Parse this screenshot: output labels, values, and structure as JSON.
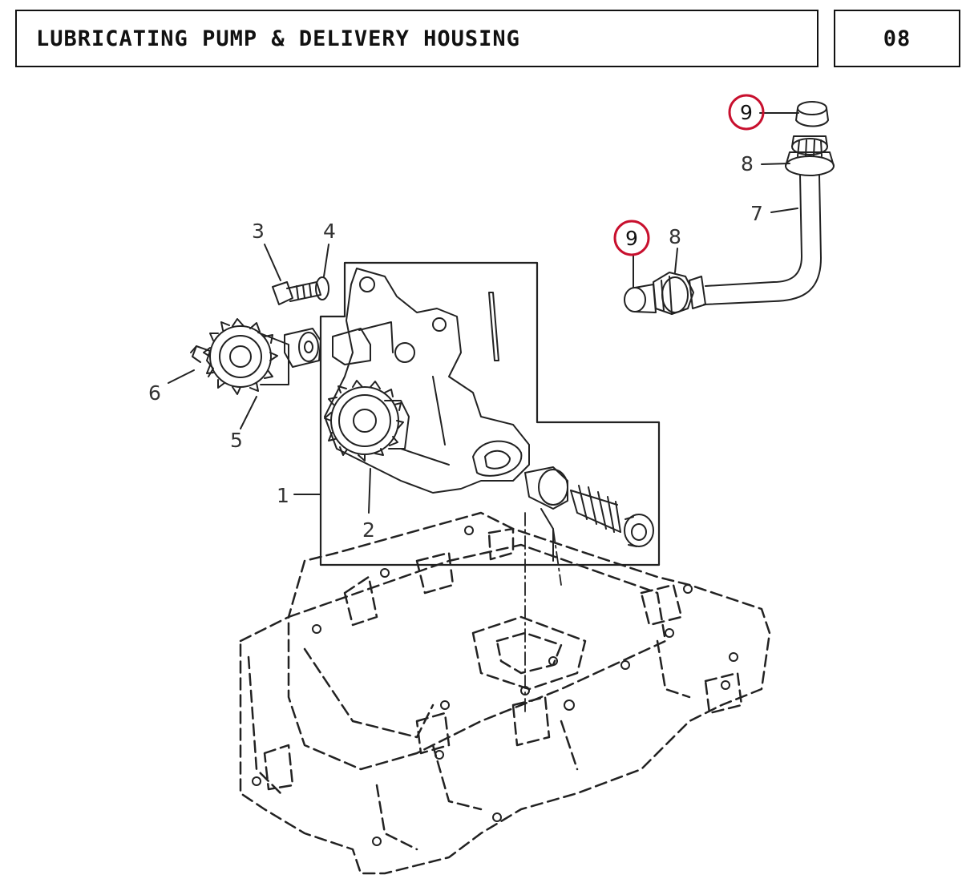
{
  "header": {
    "title": "LUBRICATING PUMP & DELIVERY HOUSING",
    "page_number": "08"
  },
  "callouts": [
    {
      "id": "c1",
      "label": "1"
    },
    {
      "id": "c2",
      "label": "2"
    },
    {
      "id": "c3",
      "label": "3"
    },
    {
      "id": "c4",
      "label": "4"
    },
    {
      "id": "c5",
      "label": "5"
    },
    {
      "id": "c6",
      "label": "6"
    },
    {
      "id": "c7",
      "label": "7"
    },
    {
      "id": "c8a",
      "label": "8"
    },
    {
      "id": "c8b",
      "label": "8"
    },
    {
      "id": "c9a",
      "label": "9"
    },
    {
      "id": "c9b",
      "label": "9"
    }
  ],
  "highlight_color": "#c8102e",
  "line_color": "#222222"
}
